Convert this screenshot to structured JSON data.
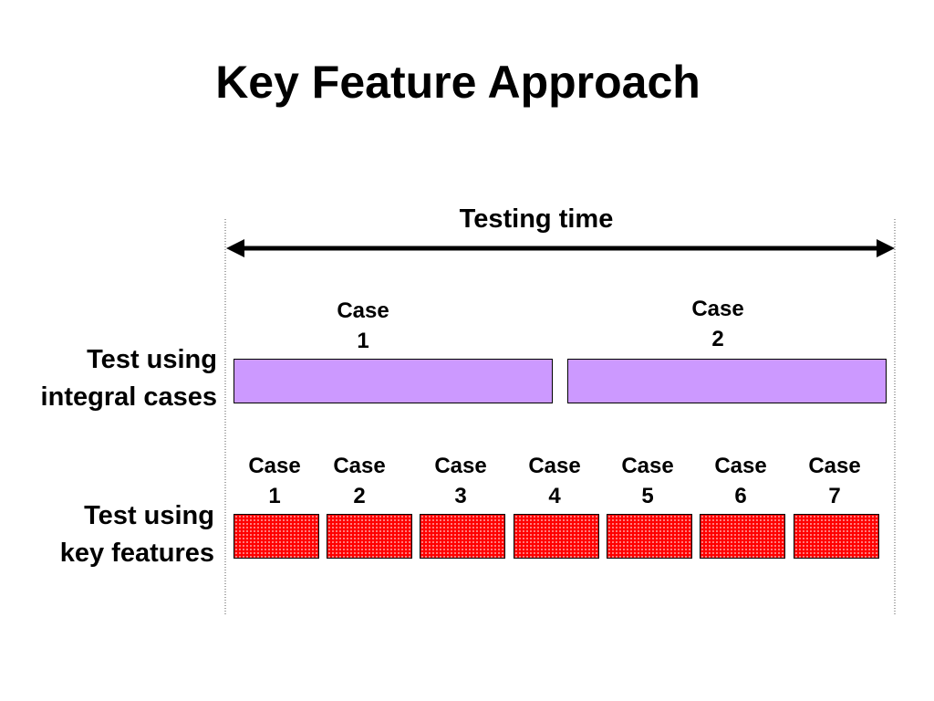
{
  "title": "Key Feature Approach",
  "timeline": {
    "label": "Testing time"
  },
  "rows": {
    "integral": {
      "label_line1": "Test using",
      "label_line2": "integral cases",
      "cases": [
        {
          "word": "Case",
          "num": "1"
        },
        {
          "word": "Case",
          "num": "2"
        }
      ],
      "bar_color": "#cc99ff"
    },
    "key_features": {
      "label_line1": "Test using",
      "label_line2": "key features",
      "cases": [
        {
          "word": "Case",
          "num": "1"
        },
        {
          "word": "Case",
          "num": "2"
        },
        {
          "word": "Case",
          "num": "3"
        },
        {
          "word": "Case",
          "num": "4"
        },
        {
          "word": "Case",
          "num": "5"
        },
        {
          "word": "Case",
          "num": "6"
        },
        {
          "word": "Case",
          "num": "7"
        }
      ],
      "bar_color": "#ff0000"
    }
  }
}
